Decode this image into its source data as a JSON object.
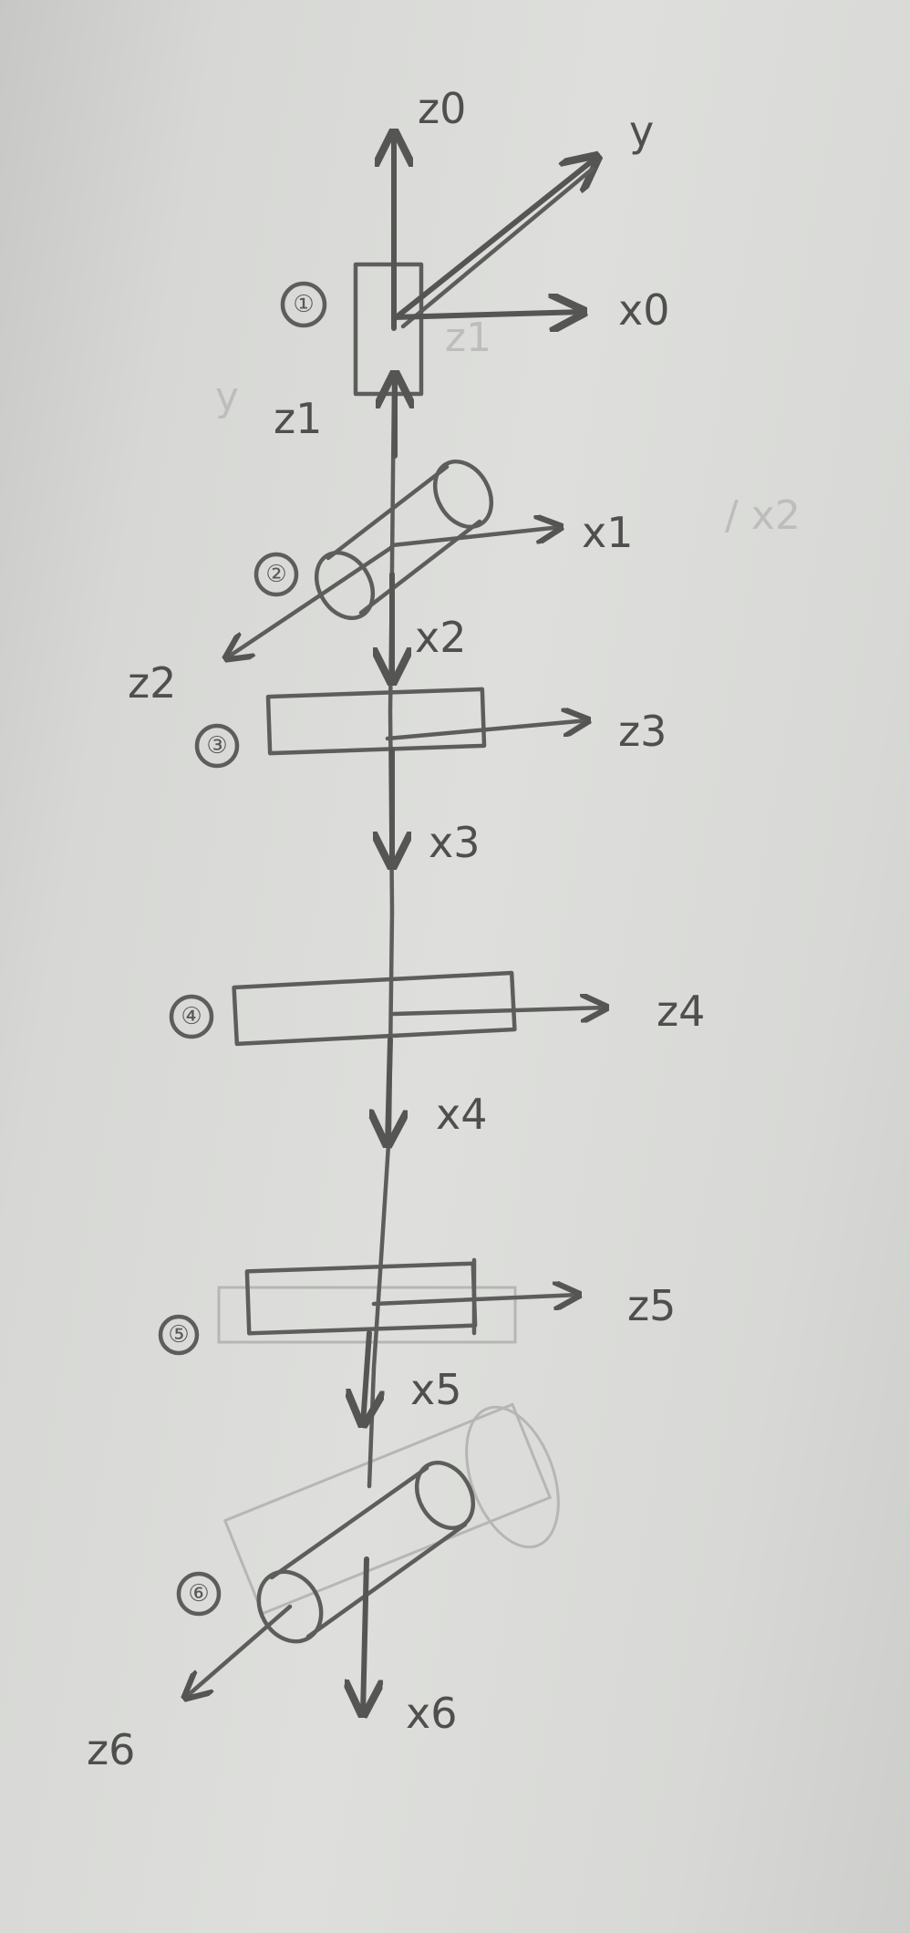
{
  "frame_labels": {
    "z0": "z0",
    "y": "y",
    "x0": "x0",
    "z1": "z1",
    "x1": "x1",
    "z2": "z2",
    "x2": "x2",
    "z3": "z3",
    "x3": "x3",
    "z4": "z4",
    "x4": "x4",
    "z5": "z5",
    "x5": "x5",
    "z6": "z6",
    "x6": "x6"
  },
  "joint_numbers": [
    "①",
    "②",
    "③",
    "④",
    "⑤",
    "⑥"
  ]
}
